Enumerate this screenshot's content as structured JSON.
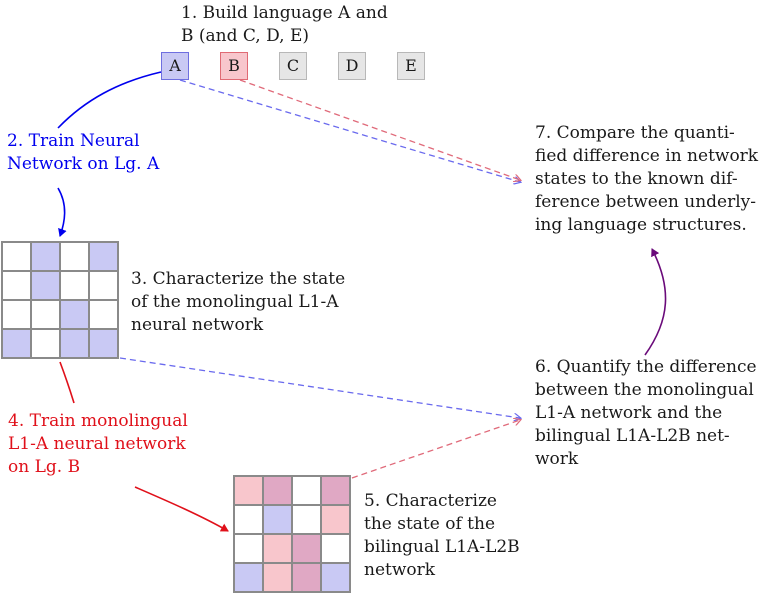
{
  "colors": {
    "blue": "#0000ee",
    "blue_fill": "#c9c9f4",
    "blue_border": "#6f6fe0",
    "red": "#e0101a",
    "red_fill": "#f8c6cc",
    "red_border": "#e06a74",
    "pink_fill": "#e0a8c4",
    "gray_fill": "#e6e6e6",
    "gray_border": "#b8b8b8",
    "purple": "#6a0a7a",
    "dashed_blue": "#6a6aee",
    "dashed_red": "#e06a7a",
    "text": "#1a1a1a"
  },
  "step1": {
    "lines": [
      "1. Build language A and",
      "B (and C, D, E)"
    ]
  },
  "languages": [
    {
      "label": "A",
      "style": "blue"
    },
    {
      "label": "B",
      "style": "red"
    },
    {
      "label": "C",
      "style": "gray"
    },
    {
      "label": "D",
      "style": "gray"
    },
    {
      "label": "E",
      "style": "gray"
    }
  ],
  "step2": {
    "lines": [
      "2. Train Neural",
      "Network on Lg. A"
    ]
  },
  "step3": {
    "lines": [
      "3. Characterize the state",
      "of the monolingual L1-A",
      "neural network"
    ]
  },
  "step4": {
    "lines": [
      "4. Train monolingual",
      "L1-A neural network",
      "on Lg. B"
    ]
  },
  "step5": {
    "lines": [
      "5. Characterize",
      "the state of the",
      "bilingual L1A-L2B",
      "network"
    ]
  },
  "step6": {
    "lines": [
      "6. Quantify the difference",
      "between the monolingual",
      "L1-A network and the",
      "bilingual L1A-L2B net-",
      "work"
    ]
  },
  "step7": {
    "lines": [
      "7. Compare the quanti-",
      "fied difference in network",
      "states to the known dif-",
      "ference between underly-",
      "ing language structures."
    ]
  },
  "grid_mono": [
    [
      "white",
      "blue",
      "white",
      "blue"
    ],
    [
      "white",
      "blue",
      "white",
      "white"
    ],
    [
      "white",
      "white",
      "blue",
      "white"
    ],
    [
      "blue",
      "white",
      "blue",
      "blue"
    ]
  ],
  "grid_bi": [
    [
      "red",
      "pink",
      "white",
      "pink"
    ],
    [
      "white",
      "blue",
      "white",
      "red"
    ],
    [
      "white",
      "red",
      "pink",
      "white"
    ],
    [
      "blue",
      "red",
      "pink",
      "blue"
    ]
  ]
}
